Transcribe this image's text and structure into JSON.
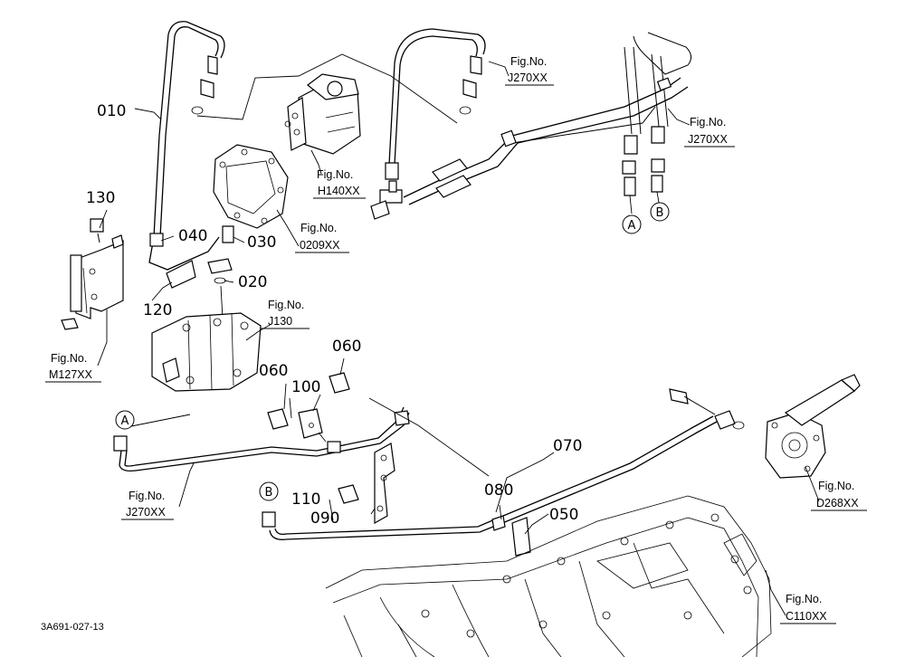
{
  "diagram_code": "3A691-027-13",
  "part_labels": {
    "p010": "010",
    "p020": "020",
    "p030": "030",
    "p040": "040",
    "p050": "050",
    "p060a": "060",
    "p060b": "060",
    "p070": "070",
    "p080": "080",
    "p090": "090",
    "p100": "100",
    "p110": "110",
    "p120": "120",
    "p130": "130"
  },
  "fig_refs": {
    "j270_top": {
      "prefix": "Fig.No.",
      "code": "J270XX"
    },
    "j270_right": {
      "prefix": "Fig.No.",
      "code": "J270XX"
    },
    "h140": {
      "prefix": "Fig.No.",
      "code": "H140XX"
    },
    "f0209": {
      "prefix": "Fig.No.",
      "code": "0209XX"
    },
    "j130": {
      "prefix": "Fig.No.",
      "code": "J130"
    },
    "m127": {
      "prefix": "Fig.No.",
      "code": "M127XX"
    },
    "j270_left": {
      "prefix": "Fig.No.",
      "code": "J270XX"
    },
    "d268": {
      "prefix": "Fig.No.",
      "code": "D268XX"
    },
    "c110": {
      "prefix": "Fig.No.",
      "code": "C110XX"
    }
  },
  "connectors": {
    "a_top": "A",
    "b_top": "B",
    "a_left": "A",
    "b_left": "B"
  }
}
